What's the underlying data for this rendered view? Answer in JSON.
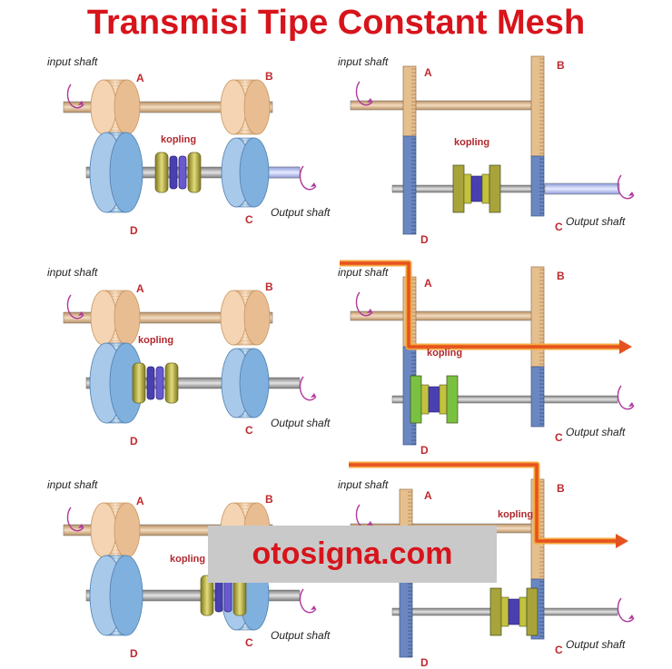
{
  "title": "Transmisi Tipe Constant Mesh",
  "labels": {
    "input_shaft": "input shaft",
    "output_shaft": "Output shaft",
    "kopling": "kopling",
    "gear_a": "A",
    "gear_b": "B",
    "gear_c": "C",
    "gear_d": "D"
  },
  "watermark": "otosigna.com",
  "colors": {
    "title": "#d7141b",
    "gear_tan": "#eec9a4",
    "gear_blue": "#8ab5dd",
    "clutch_olive": "#b9b24a",
    "clutch_purple": "#4a3fb0",
    "power_flow": "#e6521f",
    "watermark_bg": "#c9c9c9"
  }
}
